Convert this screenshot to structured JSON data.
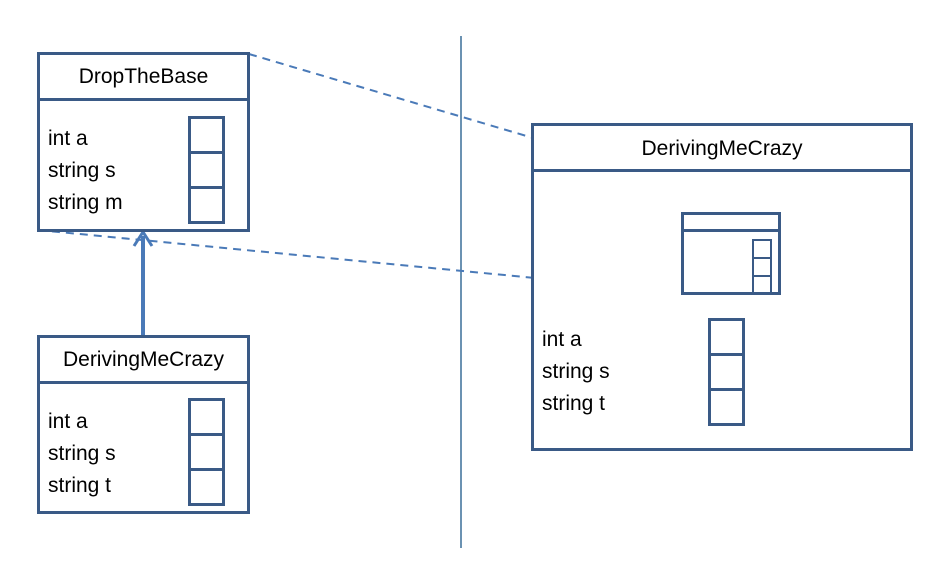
{
  "diagram": {
    "base_class": {
      "name": "DropTheBase",
      "fields": [
        "int a",
        "string s",
        "string m"
      ]
    },
    "derived_class": {
      "name": "DerivingMeCrazy",
      "fields": [
        "int a",
        "string s",
        "string t"
      ]
    },
    "expanded_derived_class": {
      "name": "DerivingMeCrazy",
      "fields": [
        "int a",
        "string s",
        "string t"
      ]
    }
  },
  "colors": {
    "box_border": "#3a5a86",
    "arrow": "#4a7ab8",
    "dashed": "#4a7ab8",
    "divider": "#3a6e98"
  }
}
